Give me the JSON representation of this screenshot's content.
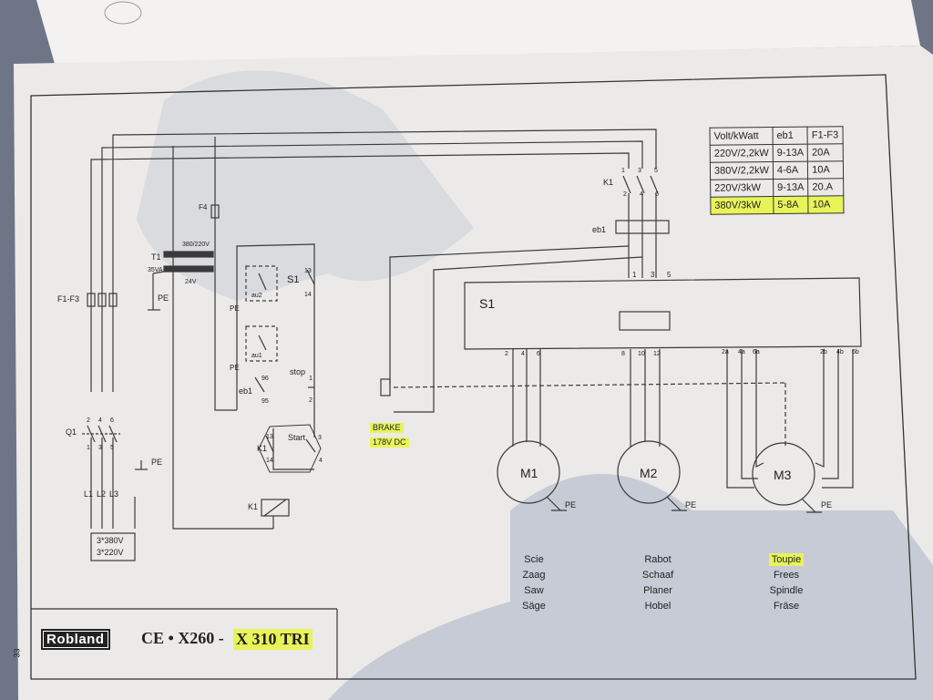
{
  "table": {
    "headers": [
      "Volt/kWatt",
      "eb1",
      "F1-F3"
    ],
    "rows": [
      [
        "220V/2,2kW",
        "9-13A",
        "20A"
      ],
      [
        "380V/2,2kW",
        "4-6A",
        "10A"
      ],
      [
        "220V/3kW",
        "9-13A",
        "20.A"
      ],
      [
        "380V/3kW",
        "5-8A",
        "10A"
      ]
    ],
    "highlighted_row": 3
  },
  "labels": {
    "f1f3": "F1-F3",
    "f4": "F4",
    "t1": "T1",
    "t1_rating": "35VA",
    "t1_primary": "380/220V",
    "t1_secondary": "24V",
    "pe": "PE",
    "q1": "Q1",
    "l1": "L1",
    "l2": "L2",
    "l3": "L3",
    "supply_1": "3*380V",
    "supply_2": "3*220V",
    "au2": "au2",
    "au1": "au1",
    "s1": "S1",
    "stop": "stop",
    "start": "Start",
    "eb1": "eb1",
    "k1": "K1",
    "brake_1": "BRAKE",
    "brake_2": "178V DC",
    "m1": "M1",
    "m2": "M2",
    "m3": "M3",
    "n1": "1",
    "n2": "2",
    "n3": "3",
    "n4": "4",
    "n5": "5",
    "n6": "6",
    "n8": "8",
    "n10": "10",
    "n12": "12",
    "n13": "13",
    "n14": "14",
    "n95": "95",
    "n96": "96",
    "n2a": "2a",
    "n4a": "4a",
    "n6a": "6a",
    "n2b": "2b",
    "n4b": "4b",
    "n6b": "6b",
    "page_number": "33"
  },
  "usage": {
    "m1": [
      "Scie",
      "Zaag",
      "Saw",
      "Säge"
    ],
    "m2": [
      "Rabot",
      "Schaaf",
      "Planer",
      "Hobel"
    ],
    "m3": [
      "Toupie",
      "Frees",
      "Spindle",
      "Fräse"
    ]
  },
  "footer": {
    "brand": "Robland",
    "model_prefix": "CE • X260 -",
    "model_highlight": "X 310 TRI"
  },
  "colors": {
    "paper": "#ecebe8",
    "line": "#3a3a3a",
    "highlight": "#e8f35a"
  }
}
